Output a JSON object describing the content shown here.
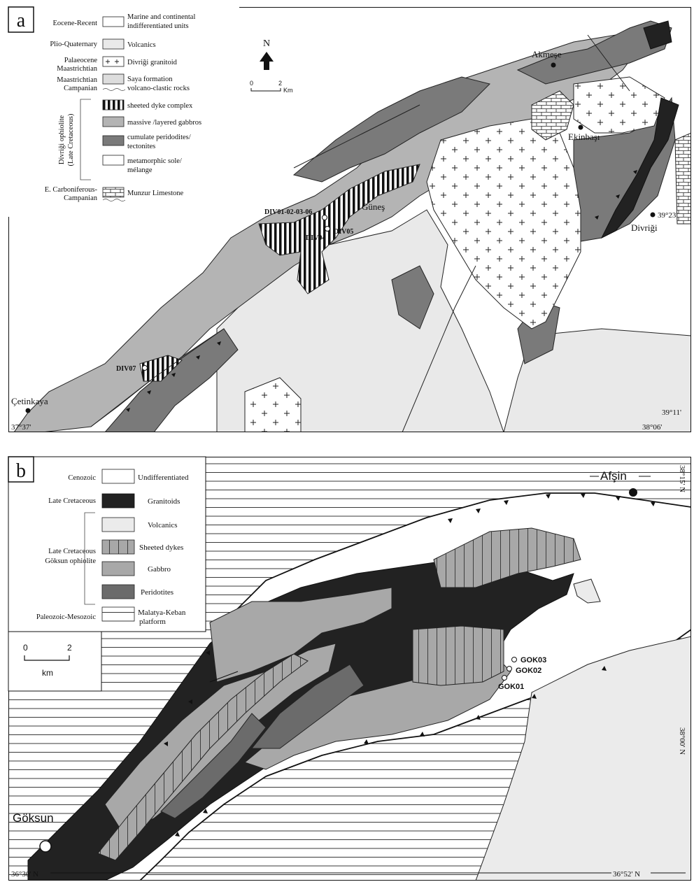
{
  "panel_a": {
    "label": "a",
    "legend": {
      "eras": {
        "eocene": "Eocene-Recent",
        "plio": "Plio-Quaternary",
        "palaeocene": "Palaeocene",
        "maastrichtian1": "Maastrichtian",
        "maastrichtian2": "Maastrichtian",
        "campanian": "Campanian",
        "ophiolite1": "Divriği ophiolite",
        "ophiolite2": "(Late Cretaceous)",
        "carboniferous1": "E. Carboniferous-",
        "carboniferous2": "Campanian"
      },
      "units": {
        "marine1": "Marine and continental",
        "marine2": "indifferentiated units",
        "volcanics": "Volcanics",
        "granitoid": "Divriği granitoid",
        "saya1": "Saya formation",
        "saya2": "volcano-clastic rocks",
        "sheeted": "sheeted dyke complex",
        "gabbros": "massive /layered gabbros",
        "cumulate1": "cumulate peridodites/",
        "cumulate2": "tectonites",
        "sole1": "metamorphic sole/",
        "sole2": "mélange",
        "munzur": "Munzur Limestone"
      }
    },
    "north": "N",
    "scale": {
      "zero": "0",
      "two": "2",
      "unit": "Km"
    },
    "places": {
      "akmese": "Akmeşe",
      "ekinbasi": "Ekinbaşı",
      "gunes": "Güneş",
      "divrigi": "Divriği",
      "cetinkaya": "Çetinkaya"
    },
    "samples": {
      "div01": "DIV01-02-03-06",
      "div04": "DIV04",
      "div05": "DIV05",
      "div07": "DIV07"
    },
    "coords": {
      "c1": "39°23'",
      "c2": "39°11'",
      "c3": "37°37'",
      "c4": "38°06'"
    }
  },
  "panel_b": {
    "label": "b",
    "legend": {
      "eras": {
        "cenozoic": "Cenozoic",
        "late_cret": "Late Cretaceous",
        "goksun1": "Late Cretaceous",
        "goksun2": "Göksun ophiolite",
        "paleozoic": "Paleozoic-Mesozoic"
      },
      "units": {
        "undiff": "Undifferentiated",
        "granitoids": "Granitoids",
        "volcanics": "Volcanics",
        "sheeted": "Sheeted dykes",
        "gabbro": "Gabbro",
        "peridotites": "Peridotites",
        "malatya1": "Malatya-Keban",
        "malatya2": "platform"
      }
    },
    "scale": {
      "zero": "0",
      "two": "2",
      "unit": "km"
    },
    "places": {
      "afsin": "Afşin",
      "goksun": "Göksun"
    },
    "samples": {
      "gok01": "GOK01",
      "gok02": "GOK02",
      "gok03": "GOK03"
    },
    "coords": {
      "c1": "38°15' N",
      "c2": "38°00' N",
      "c3": "36°30' N",
      "c4": "36°52' N"
    }
  }
}
